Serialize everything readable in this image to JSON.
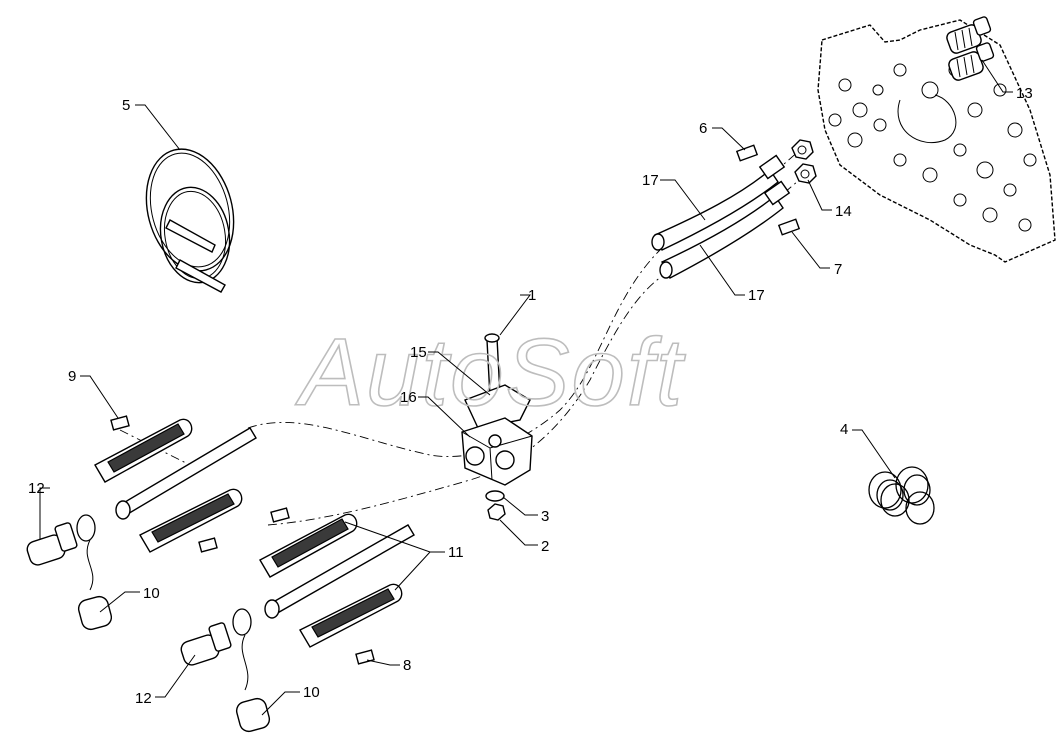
{
  "watermark": "AutoSoft",
  "callouts": [
    {
      "label": "1"
    },
    {
      "label": "2"
    },
    {
      "label": "3"
    },
    {
      "label": "4"
    },
    {
      "label": "5"
    },
    {
      "label": "6"
    },
    {
      "label": "7"
    },
    {
      "label": "8"
    },
    {
      "label": "9"
    },
    {
      "label": "10"
    },
    {
      "label": "10"
    },
    {
      "label": "11"
    },
    {
      "label": "12"
    },
    {
      "label": "12"
    },
    {
      "label": "13"
    },
    {
      "label": "14"
    },
    {
      "label": "15"
    },
    {
      "label": "16"
    },
    {
      "label": "17"
    },
    {
      "label": "17"
    }
  ]
}
